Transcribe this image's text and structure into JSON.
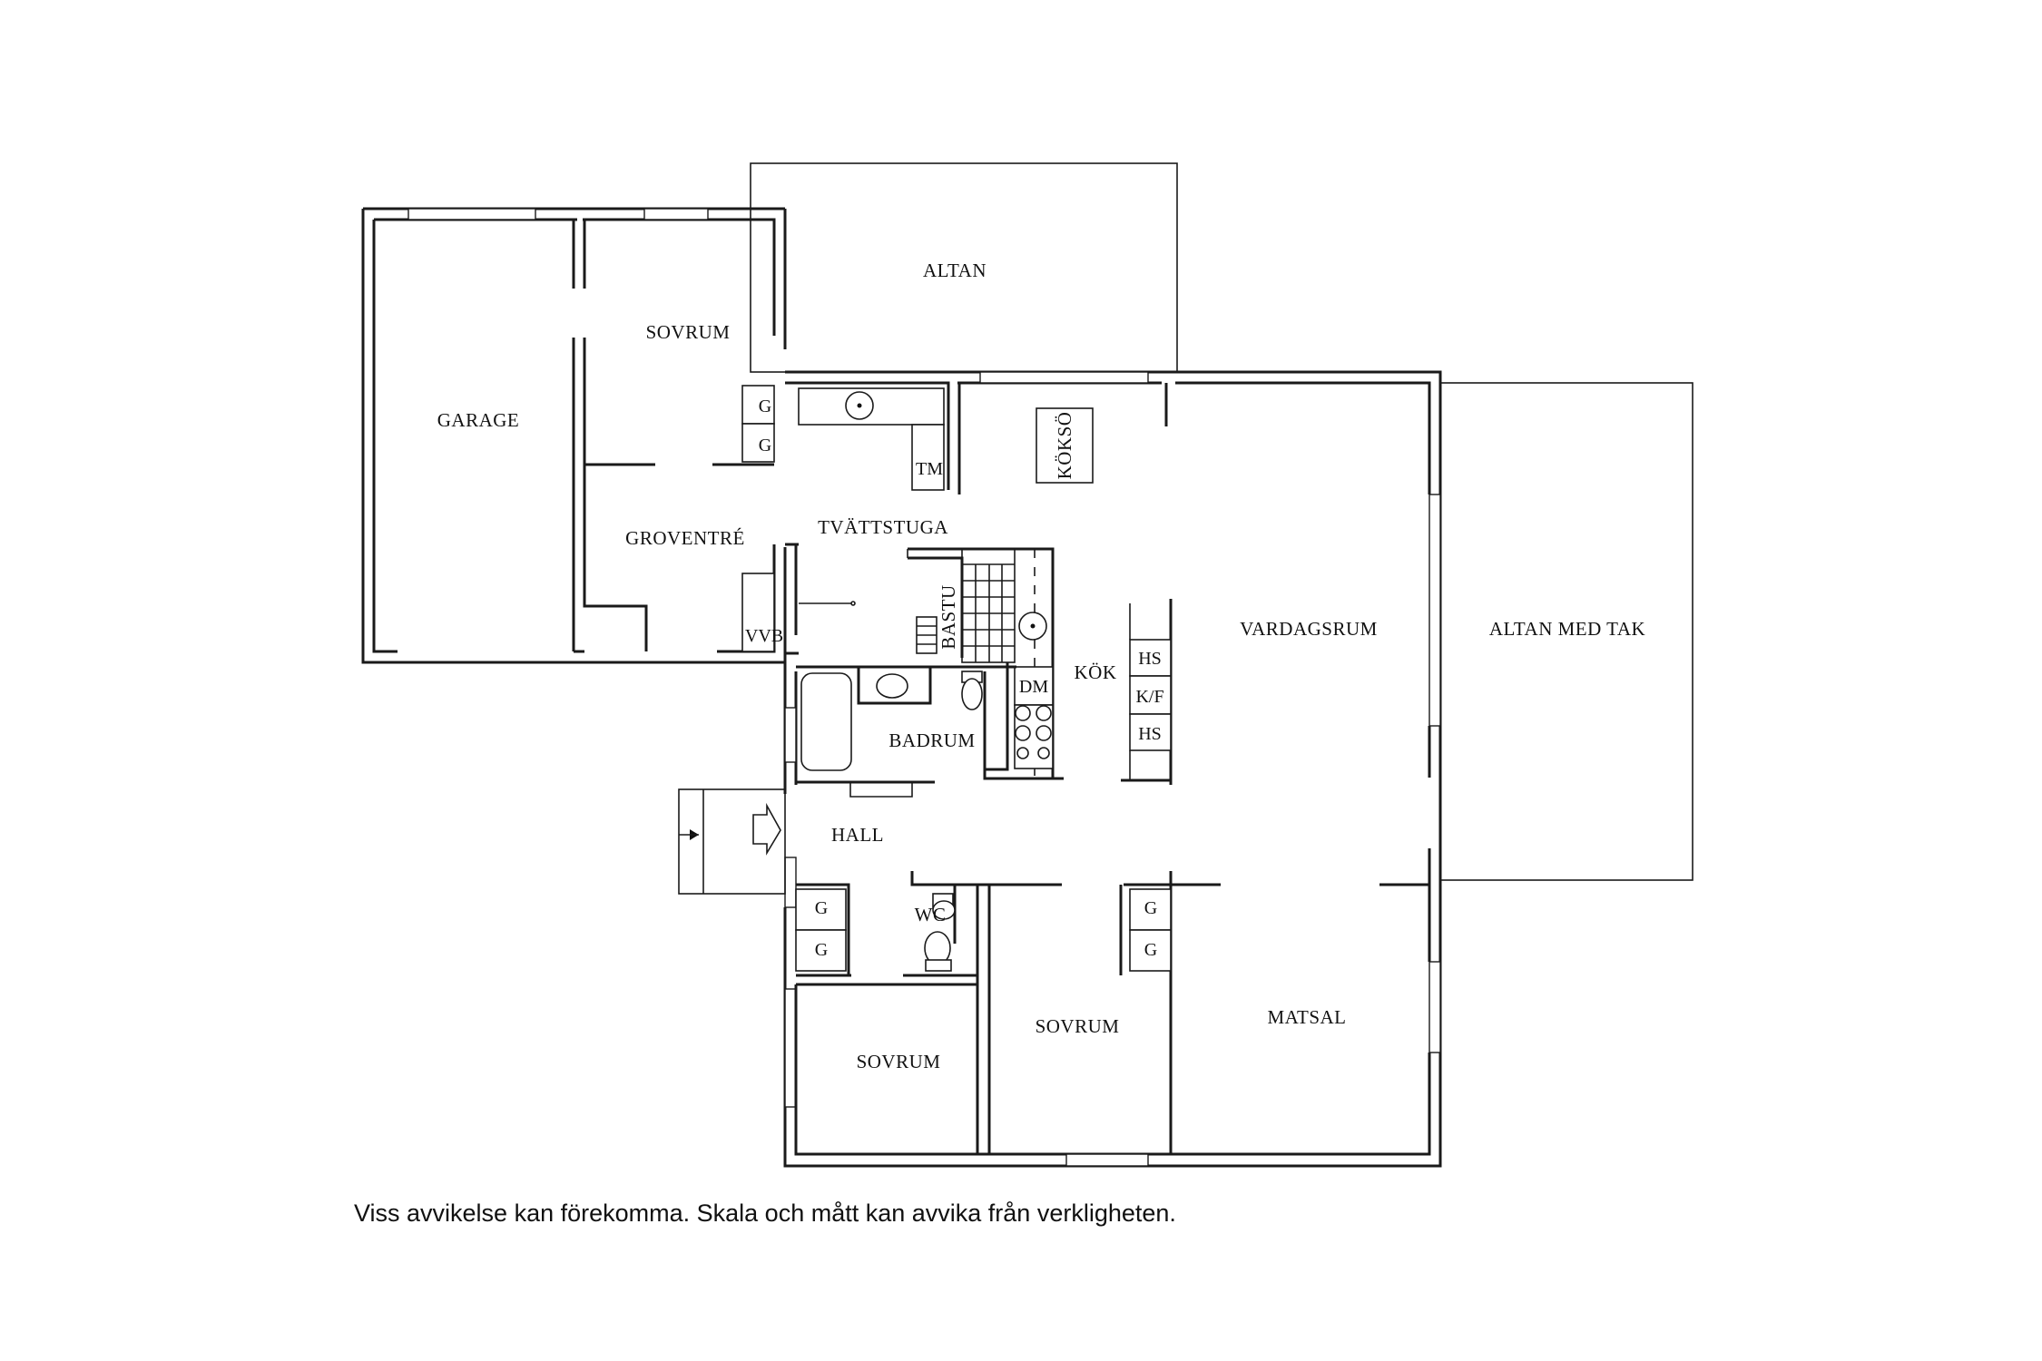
{
  "rooms": {
    "altan": "ALTAN",
    "sovrum_top": "SOVRUM",
    "garage": "GARAGE",
    "groventre": "GROVENTRÉ",
    "tvattstuga": "TVÄTTSTUGA",
    "kokso": "KÖKSÖ",
    "vardagsrum": "VARDAGSRUM",
    "altan_med_tak": "ALTAN MED TAK",
    "kok": "KÖK",
    "bastu": "BASTU",
    "badrum": "BADRUM",
    "hall": "HALL",
    "wc": "WC",
    "sovrum_left": "SOVRUM",
    "sovrum_mid": "SOVRUM",
    "matsal": "MATSAL"
  },
  "fixtures": {
    "g": "G",
    "tm": "TM",
    "vvb": "VVB",
    "dm": "DM",
    "hs": "HS",
    "kf": "K/F"
  },
  "disclaimer": "Viss avvikelse kan förekomma. Skala och mått kan avvika från verkligheten."
}
